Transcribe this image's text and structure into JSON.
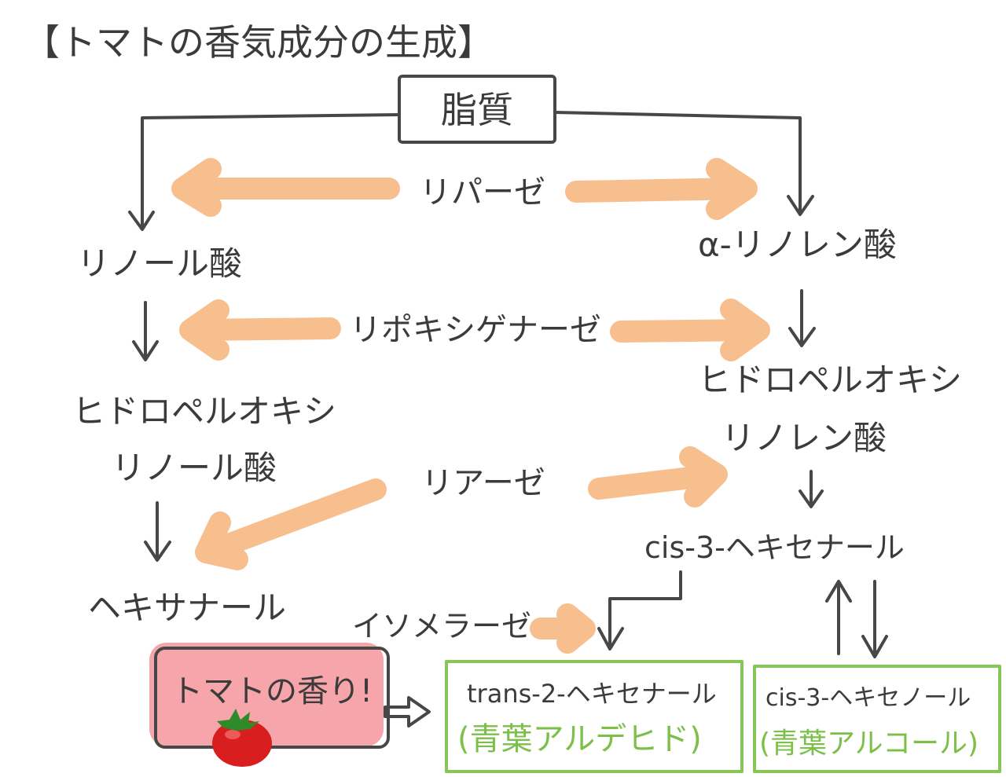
{
  "title": "【トマトの香気成分の生成】",
  "nodes": {
    "lipid": "脂質",
    "linoleic_acid": "リノール酸",
    "alpha_linolenic_acid": "α-リノレン酸",
    "hydroperoxy_linoleic_line1": "ヒドロペルオキシ",
    "hydroperoxy_linoleic_line2": "リノール酸",
    "hydroperoxy_linolenic_line1": "ヒドロペルオキシ",
    "hydroperoxy_linolenic_line2": "リノレン酸",
    "hexanal": "ヘキサナール",
    "cis3_hexenal": "cis-3-ヘキセナール",
    "trans2_hexenal": "trans-2-ヘキセナール",
    "leaf_aldehyde": "(青葉アルデヒド)",
    "cis3_hexenol": "cis-3-ヘキセノール",
    "leaf_alcohol": "(青葉アルコール)",
    "tomato_aroma": "トマトの香り!"
  },
  "enzymes": {
    "lipase": "リパーゼ",
    "lipoxygenase": "リポキシゲナーゼ",
    "lyase": "リアーゼ",
    "isomerase": "イソメラーゼ"
  },
  "colors": {
    "ink": "#474747",
    "enzyme_arrow": "#f8bf8e",
    "green_box": "#86c556",
    "green_text": "#7cc04a",
    "aroma_highlight": "#f5a0a5",
    "tomato": "#d81e1e",
    "tomato_stem": "#2f8a2a"
  },
  "icons": {
    "tomato": "tomato-icon"
  }
}
